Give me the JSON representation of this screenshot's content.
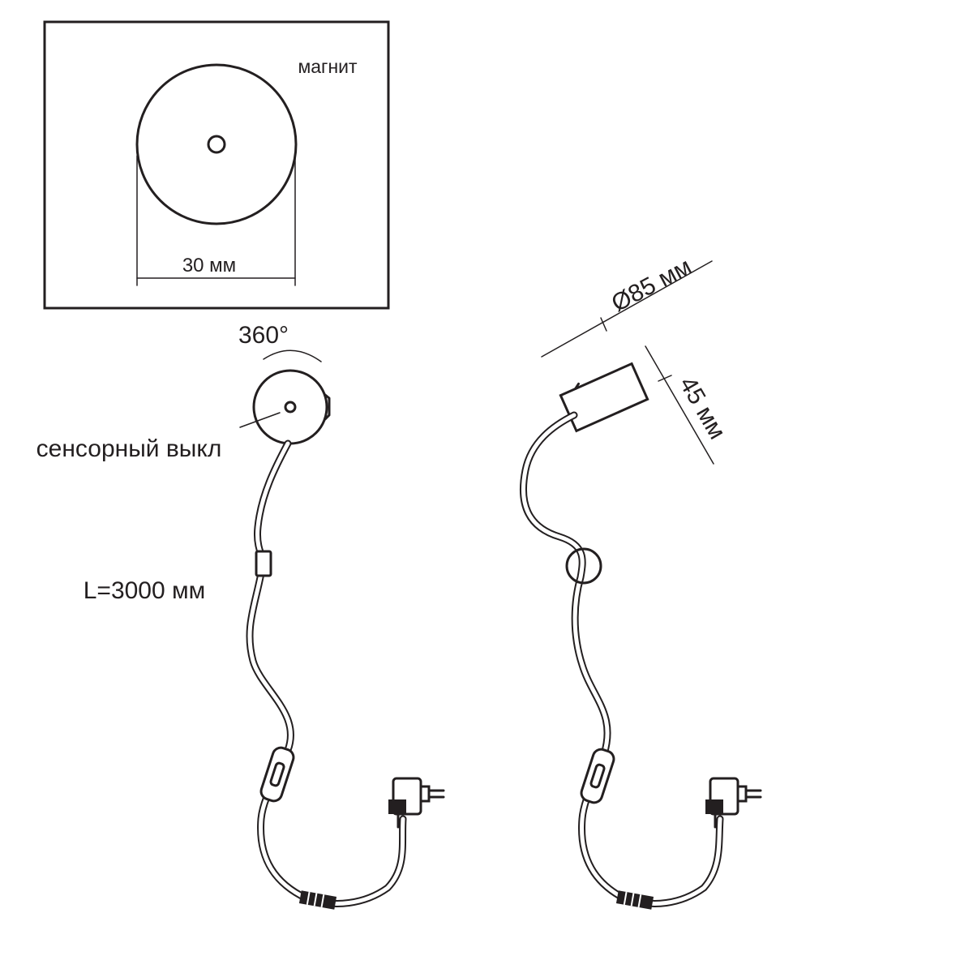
{
  "inset": {
    "label_magnet": "магнит",
    "dim_width": "30 мм"
  },
  "left_view": {
    "rotation": "360°",
    "touch_switch": "сенсорный выкл",
    "cable_length": "L=3000 мм"
  },
  "right_view": {
    "diameter": "Ø85 мм",
    "height": "45 мм"
  },
  "colors": {
    "line": "#231f20",
    "background": "#ffffff"
  }
}
